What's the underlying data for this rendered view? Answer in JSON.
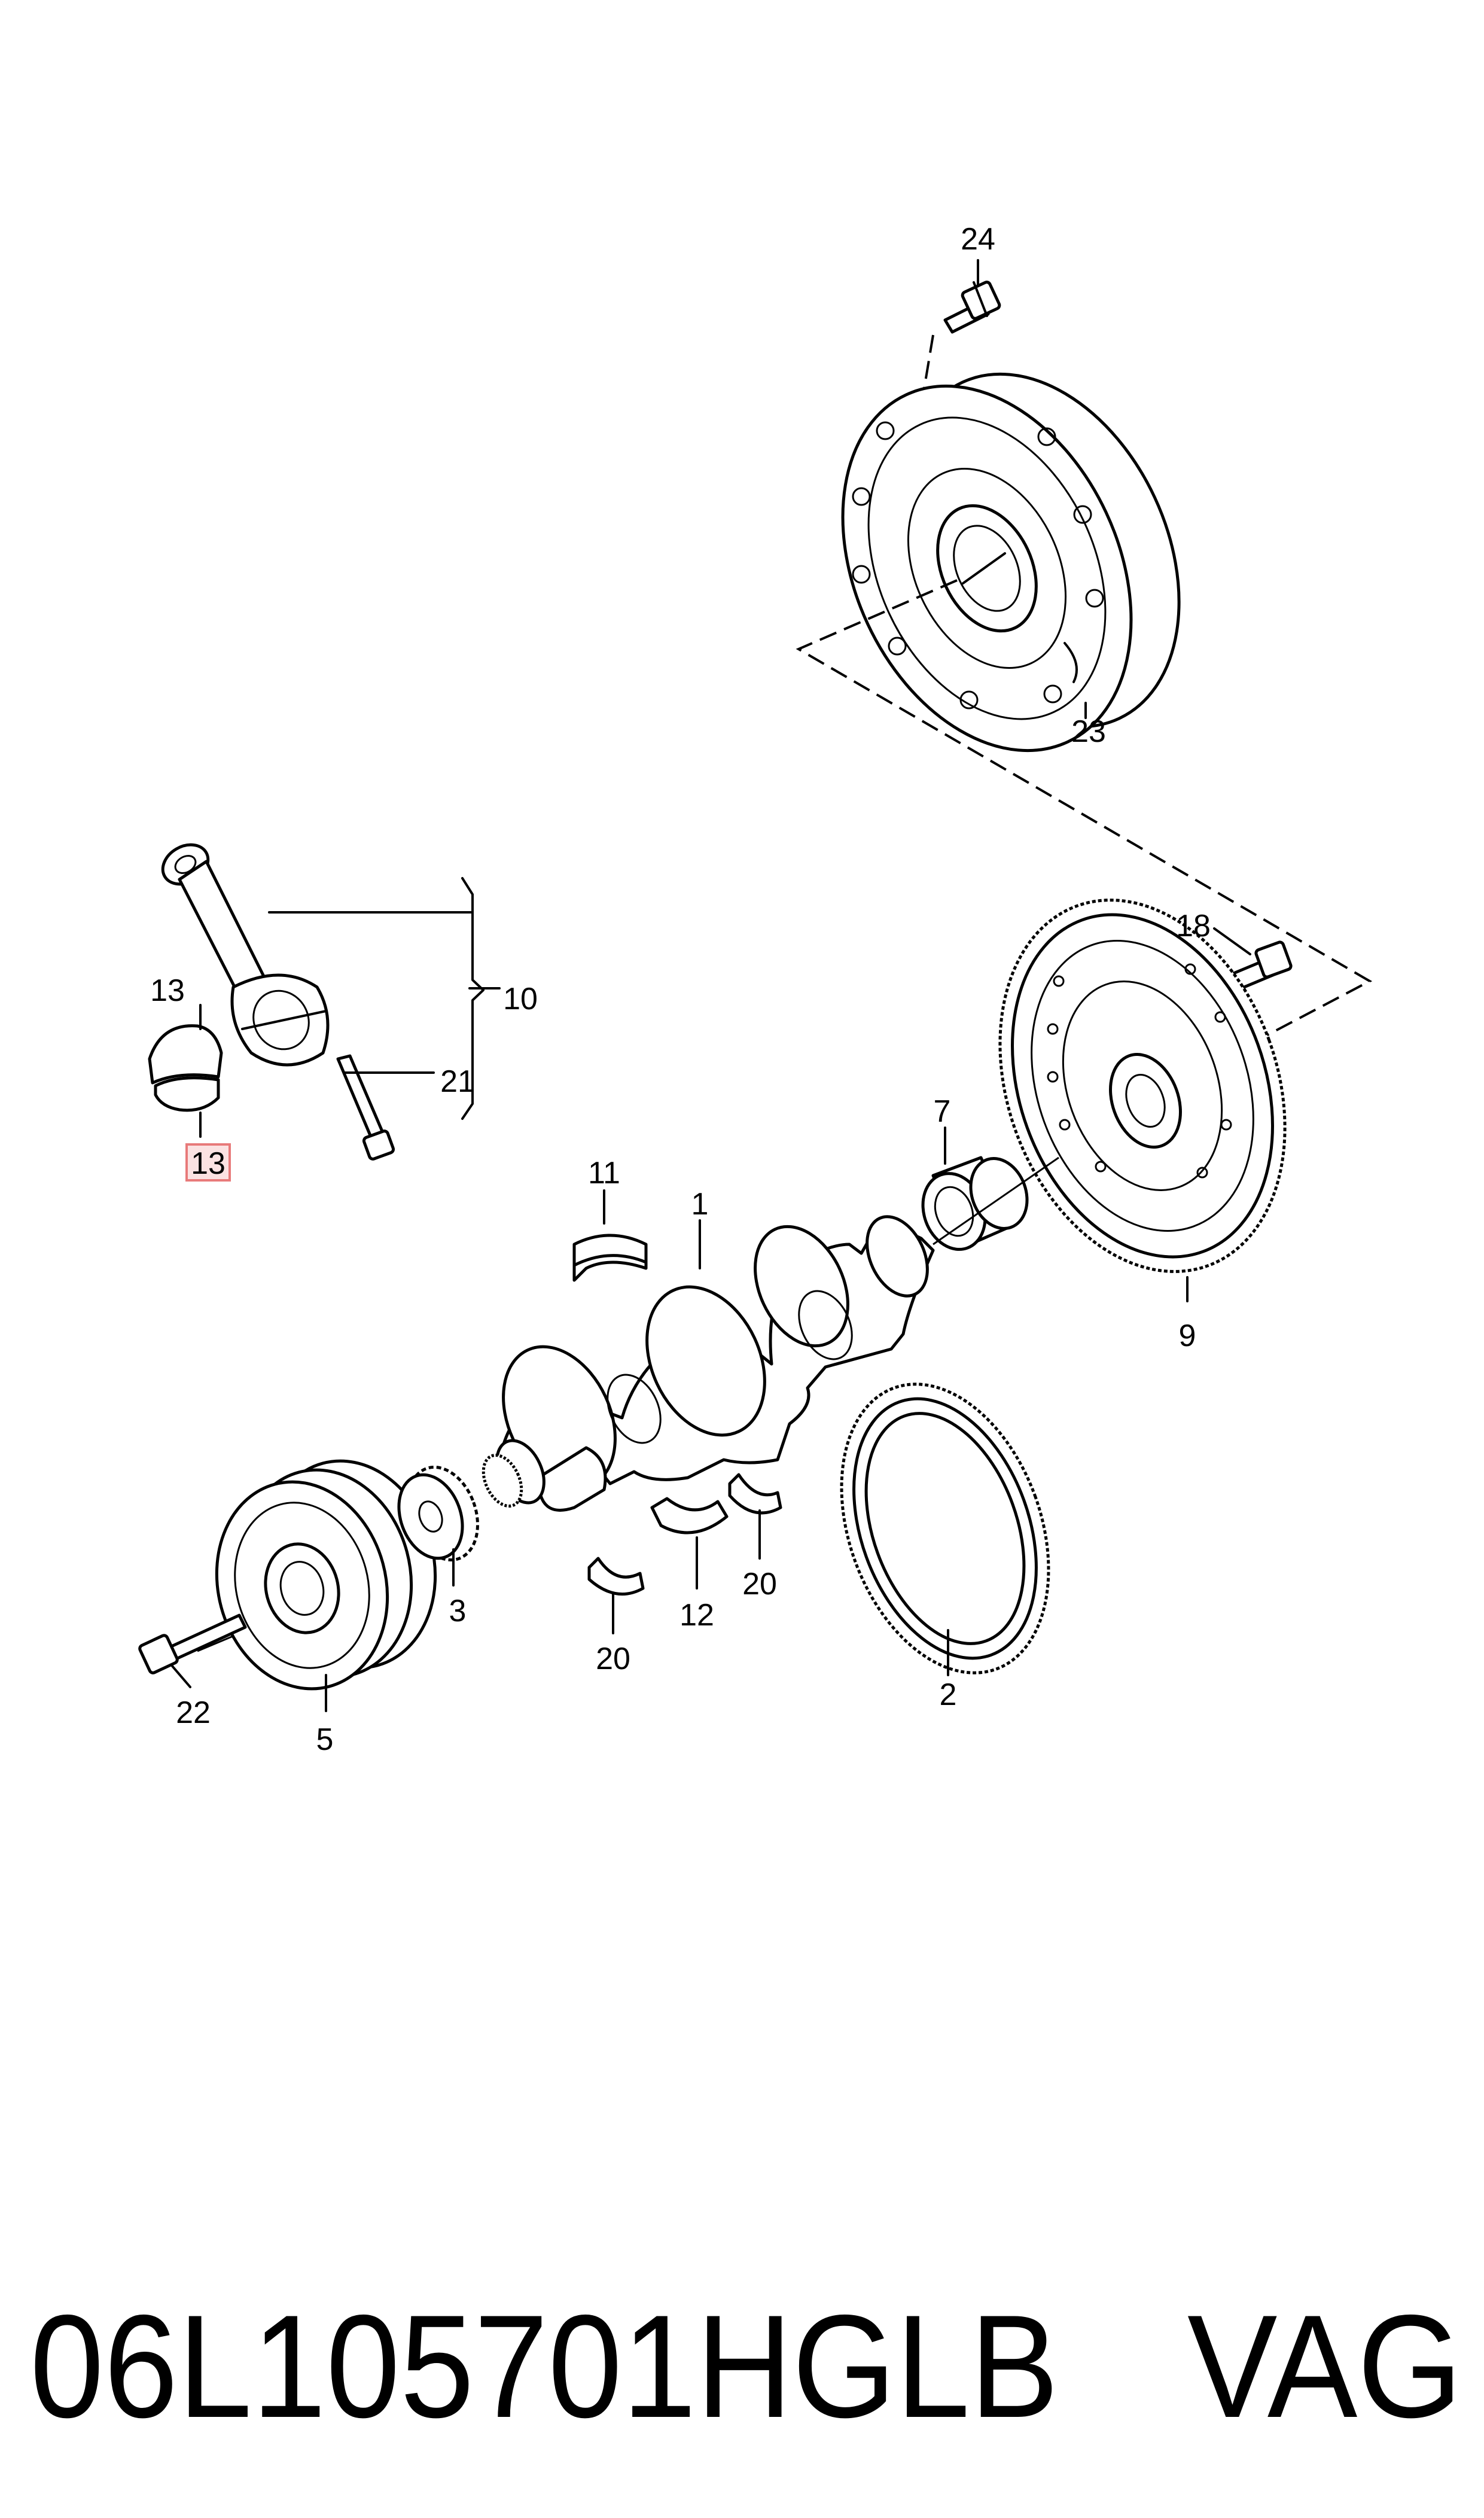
{
  "diagram": {
    "callouts": [
      {
        "id": "1",
        "label": "1"
      },
      {
        "id": "2",
        "label": "2"
      },
      {
        "id": "3",
        "label": "3"
      },
      {
        "id": "5",
        "label": "5"
      },
      {
        "id": "7",
        "label": "7"
      },
      {
        "id": "9",
        "label": "9"
      },
      {
        "id": "10",
        "label": "10"
      },
      {
        "id": "11",
        "label": "11"
      },
      {
        "id": "12",
        "label": "12"
      },
      {
        "id": "13a",
        "label": "13"
      },
      {
        "id": "13b",
        "label": "13",
        "highlighted": true
      },
      {
        "id": "18",
        "label": "18"
      },
      {
        "id": "20a",
        "label": "20"
      },
      {
        "id": "20b",
        "label": "20"
      },
      {
        "id": "21",
        "label": "21"
      },
      {
        "id": "22",
        "label": "22"
      },
      {
        "id": "23",
        "label": "23"
      },
      {
        "id": "24",
        "label": "24"
      }
    ],
    "highlight_color": "#e87a7a"
  },
  "footer": {
    "part_number": "06L105701HGLB",
    "brand": "VAG"
  }
}
